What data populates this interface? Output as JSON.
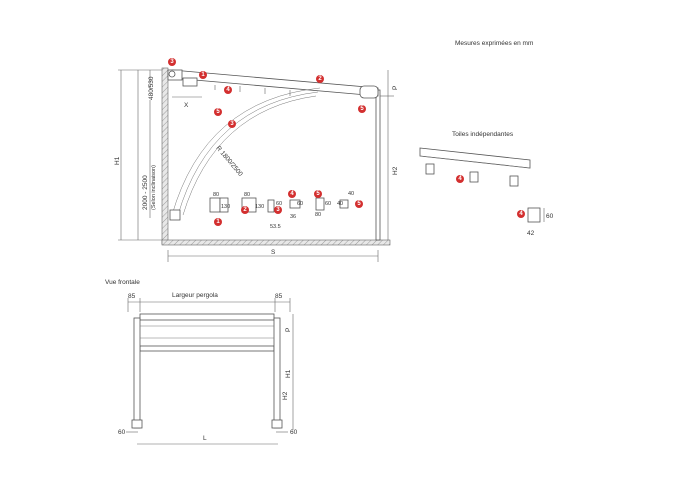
{
  "header": {
    "units_note": "Mesures exprimées en mm"
  },
  "side_view": {
    "dims": {
      "x": "X",
      "top_height": "480/530",
      "h1_range": "2000 - 2500",
      "h1_note": "(Selon inclinaison)",
      "h1": "H1",
      "h2": "H2",
      "p": "P",
      "radius": "R 1800/2500",
      "s": "S"
    },
    "sections": [
      {
        "id": "1",
        "w": "80",
        "h": "130"
      },
      {
        "id": "2",
        "w": "80",
        "h": "130",
        "extra": "53.5"
      },
      {
        "id": "3",
        "w": "",
        "h": "60",
        "extra": "36"
      },
      {
        "id": "4",
        "w": "80",
        "h": "60"
      },
      {
        "id": "5",
        "w": "40",
        "h": "40"
      }
    ]
  },
  "toiles": {
    "title": "Toiles indépendantes",
    "badge": "4"
  },
  "detail": {
    "badge": "4",
    "w": "42",
    "h": "60"
  },
  "front_view": {
    "title": "Vue frontale",
    "top_label": "Largeur pergola",
    "left_offset": "85",
    "right_offset": "85",
    "p": "P",
    "h1": "H1",
    "h2": "H2",
    "foot_left": "60",
    "foot_right": "60",
    "l": "L"
  },
  "badges": [
    "1",
    "2",
    "3",
    "4",
    "5"
  ],
  "colors": {
    "badge": "#d32f2f",
    "line": "#555555"
  }
}
